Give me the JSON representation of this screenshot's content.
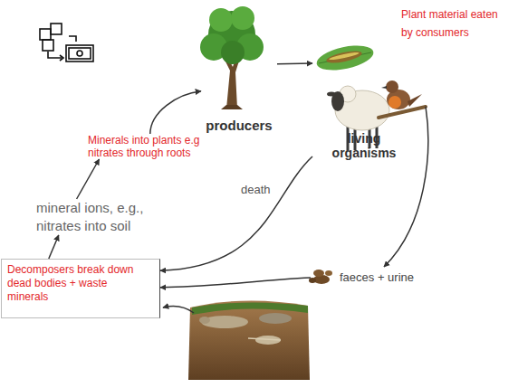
{
  "diagram": {
    "nodes": [
      {
        "text": [
          "producers"
        ]
      },
      {
        "text": [
          "living organisms"
        ]
      },
      {
        "text": [
          "faeces + urine"
        ]
      },
      {
        "text": [
          "Decomposers break down dead bodies + waste minerals"
        ]
      },
      {
        "text": [
          "mineral ions, e.g., nitrates into soil"
        ]
      },
      {
        "text": [
          "Minerals into plants e.g nitrates through roots"
        ]
      }
    ],
    "edges": [
      {
        "from": 0,
        "to": 1,
        "arrow": "to"
      },
      {
        "from": 1,
        "to": 2,
        "arrow": "to"
      },
      {
        "from": 1,
        "to": 3,
        "label": "death",
        "arrow": "to"
      },
      {
        "from": 2,
        "to": 3,
        "arrow": "to"
      },
      {
        "from": 3,
        "to": 4,
        "arrow": "to"
      },
      {
        "from": 4,
        "to": 5,
        "arrow": "to"
      },
      {
        "from": 5,
        "to": 0,
        "arrow": "to"
      }
    ],
    "labels": [
      "Plant material eaten by consumers"
    ]
  }
}
